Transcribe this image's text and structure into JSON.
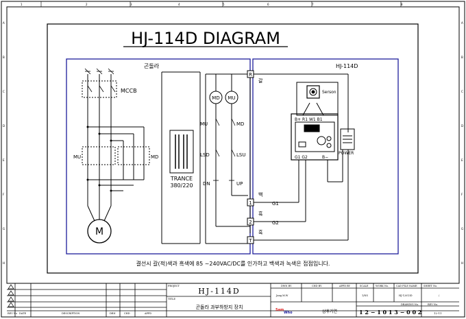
{
  "title": "HJ-114D DIAGRAM",
  "left_panel_label": "곤돌라",
  "right_panel_label": "HJ-114D",
  "right_side_label": "갈",
  "mccb_label": "MCCB",
  "mu_label": "MU",
  "md_label": "MD",
  "motor_label": "M",
  "trance_label": "TRANCE",
  "trance_voltage": "380/220",
  "coil_md": "MD",
  "coil_mu": "MU",
  "switch_mu": "MU",
  "switch_md": "MD",
  "lsd_label": "LSD",
  "lsu_label": "LSU",
  "dn_label": "DN",
  "up_label": "UP",
  "terminal_r": "R",
  "terminal_1": "1",
  "terminal_2": "2",
  "terminal_t": "T",
  "wire_white": "백",
  "wire_black": "흑",
  "wire_black2": "흑",
  "g1_label": "G1",
  "g2_label": "G2",
  "sensor_label": "Serson",
  "ctrl_top_terms": "B+  R1  W1  B1",
  "ctrl_bottom_left": "G1  G2",
  "ctrl_bottom_right": "B−",
  "power_label": "POWER",
  "note": "결선시  갈(적)색과 흑색에 85 ~240VAC/DC를 인가하고 백색과 녹색은 접점입니다.",
  "columns": [
    "1",
    "2",
    "3",
    "4",
    "5",
    "6",
    "7",
    "8"
  ],
  "rows": [
    "A",
    "B",
    "C",
    "D",
    "E",
    "F",
    "G",
    "H"
  ],
  "title_block": {
    "project_hdr": "PROJECT",
    "project": "HJ-114D",
    "title_hdr": "TITLE",
    "title": "곤돌라 과부하방지 장치",
    "dwn_by_hdr": "DWN BY",
    "dwn_by": "Jang M.W",
    "chd_by_hdr": "CHD BY",
    "appd_by_hdr": "APPD BY",
    "scale_hdr": "SCALE",
    "scale": "1/NS",
    "work_no_hdr": "WORK No.",
    "cad_hdr": "CAD FILE NAME",
    "cad": "HJ-12013D",
    "sheet_hdr": "SHEET No.",
    "sheet": "/",
    "drawing_hdr": "DRAWING No.",
    "drawing": "1 2 − 1 0 1 3 − 0 0 2",
    "rev_hdr": "REV No.",
    "rev": "12-11",
    "company_logo": "Sam",
    "company_logo2": "Who",
    "company_name": "삼후기연",
    "rev_rows": [
      "A",
      "A",
      "A",
      "A"
    ],
    "rev_cols": [
      "REV No",
      "DATE",
      "DESCRIPTION",
      "DRN",
      "CHD",
      "APPD"
    ]
  }
}
